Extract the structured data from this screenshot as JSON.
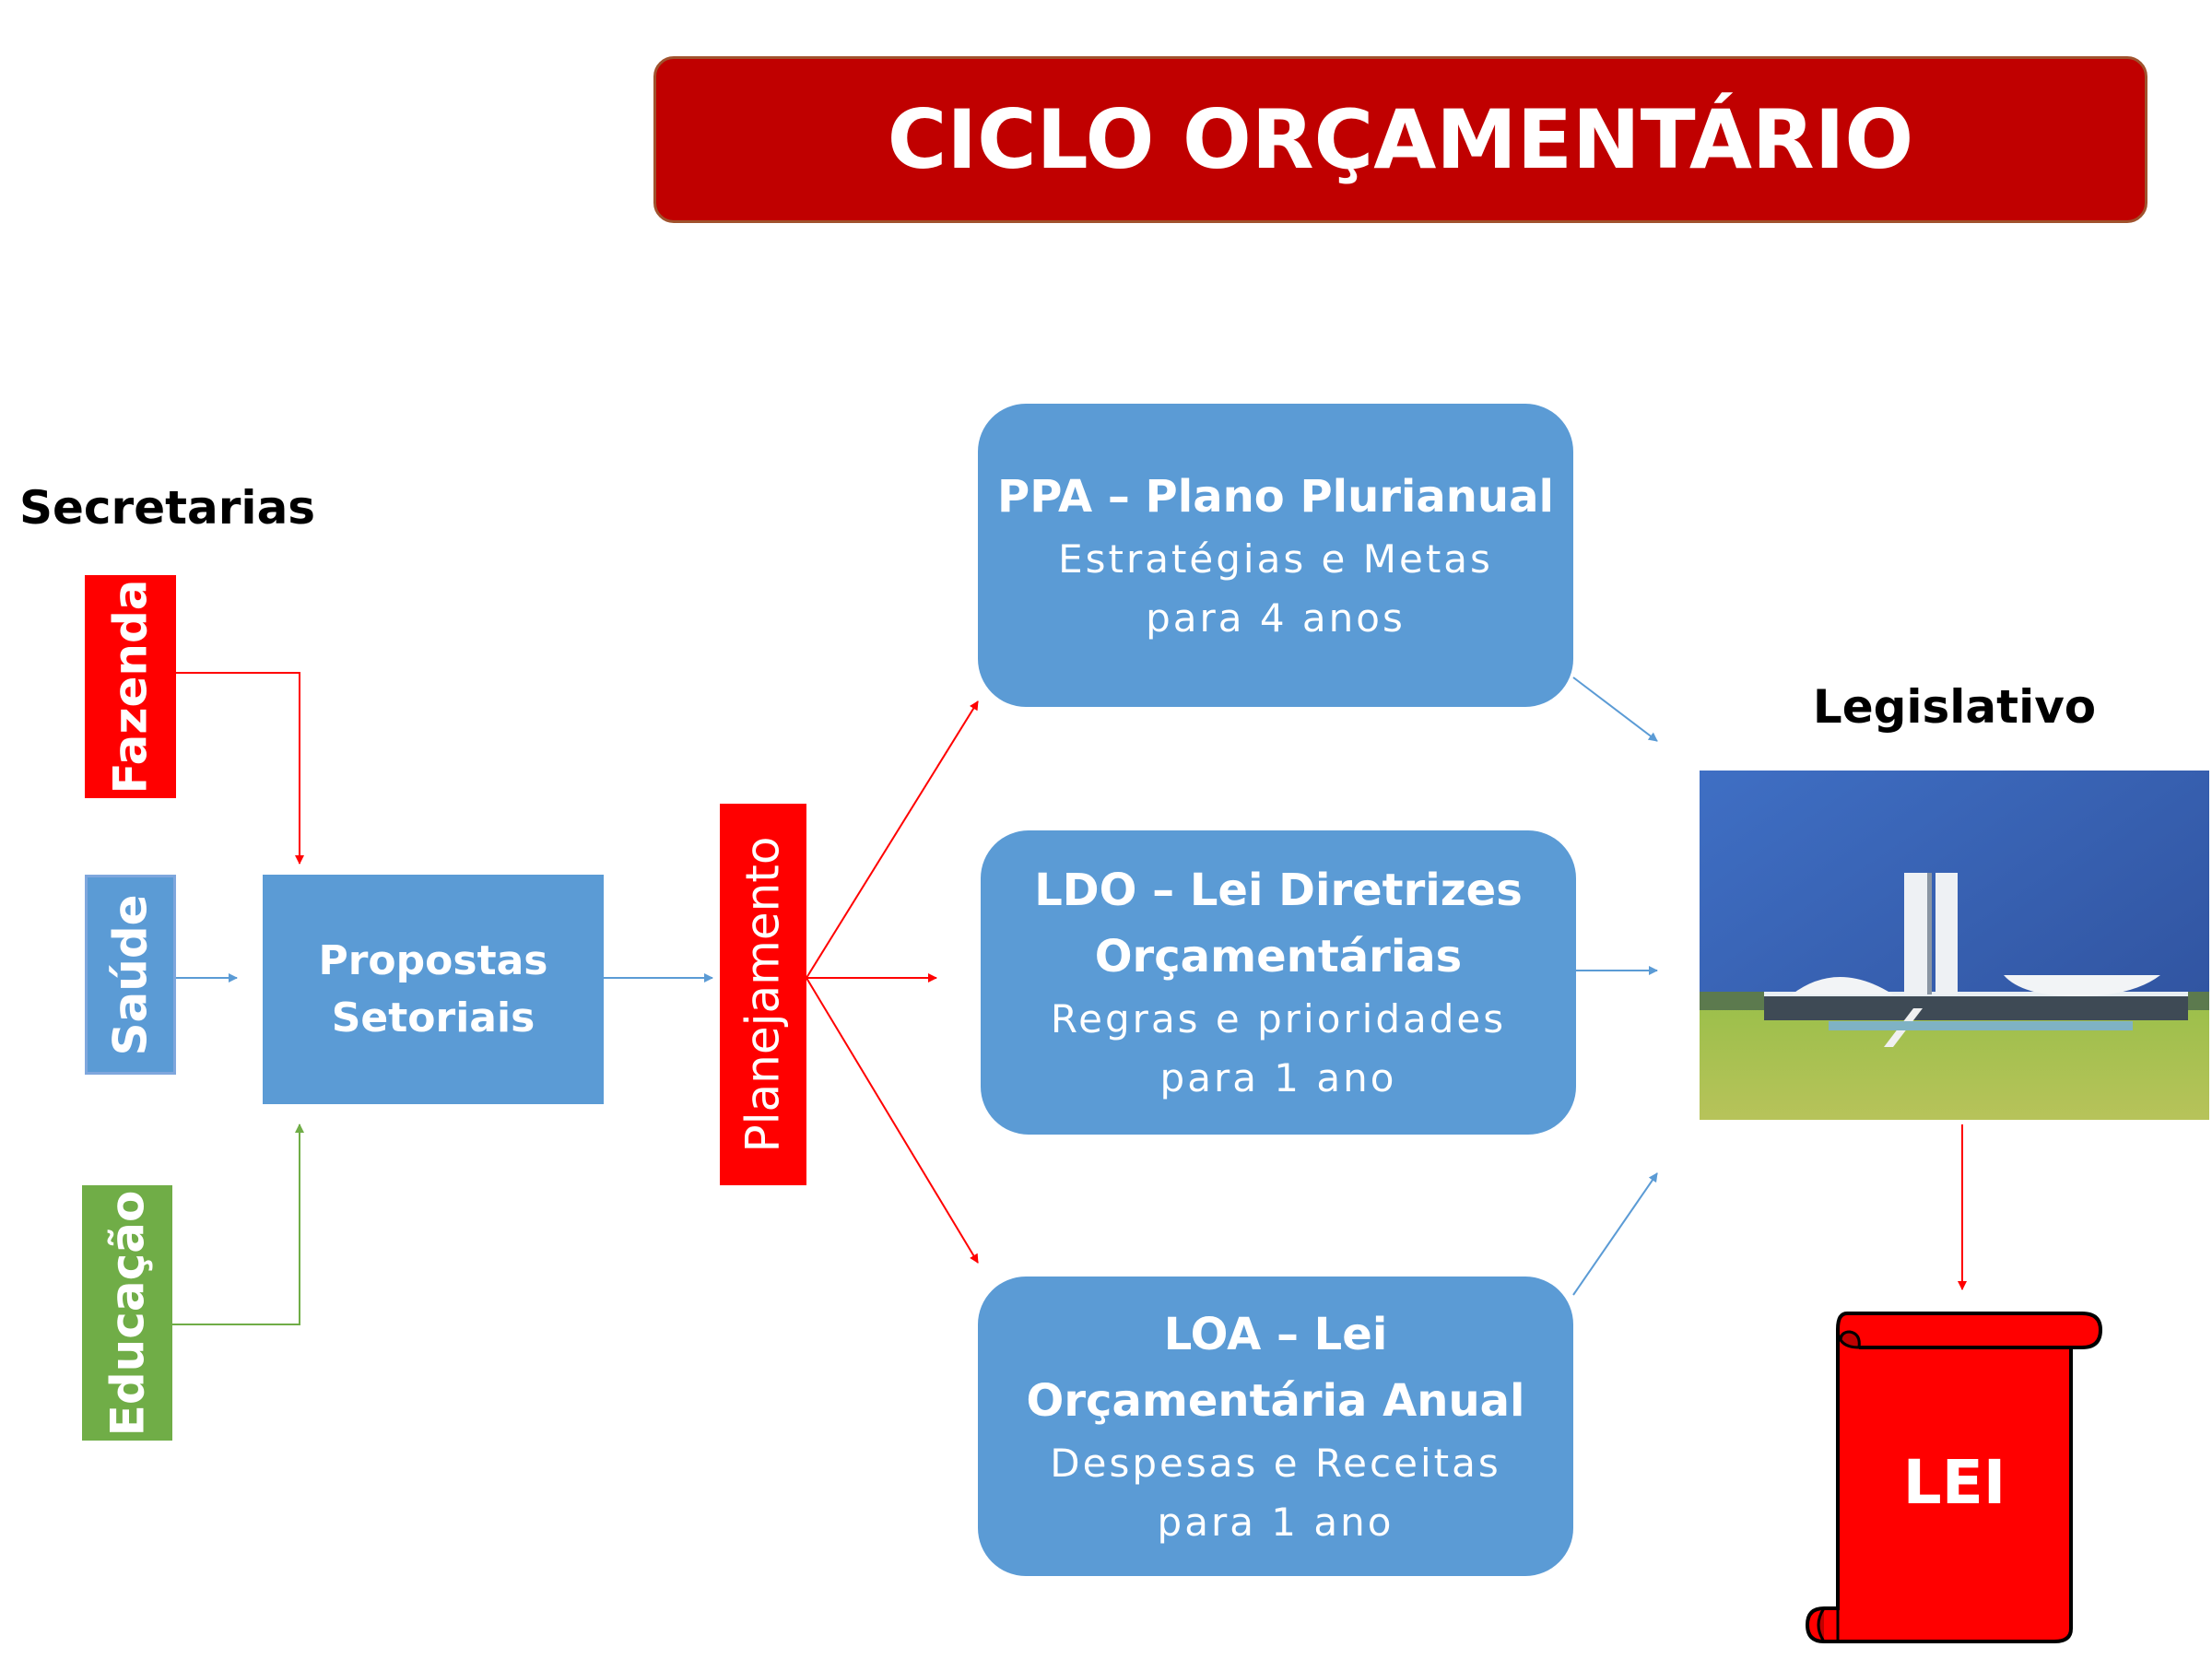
{
  "title": "CICLO ORÇAMENTÁRIO",
  "secretarias": {
    "label": "Secretarias",
    "items": [
      {
        "name": "Fazenda",
        "color": "#ff0000"
      },
      {
        "name": "Saúde",
        "color": "#5b9bd5"
      },
      {
        "name": "Educação",
        "color": "#70ad47"
      }
    ]
  },
  "propostas": {
    "line1": "Propostas",
    "line2": "Setoriais"
  },
  "planejamento": "Planejamento",
  "plans": [
    {
      "title": "PPA – Plano Plurianual",
      "title2": "",
      "sub1": "Estratégias e Metas",
      "sub2": "para 4 anos"
    },
    {
      "title": "LDO – Lei Diretrizes",
      "title2": "Orçamentárias",
      "sub1": "Regras e prioridades",
      "sub2": "para 1 ano"
    },
    {
      "title": "LOA – Lei",
      "title2": "Orçamentária Anual",
      "sub1": "Despesas e Receitas",
      "sub2": "para 1 ano"
    }
  ],
  "legislativo": "Legislativo",
  "lei": "LEI",
  "colors": {
    "title_bg": "#c00000",
    "red": "#ff0000",
    "blue": "#5b9bd5",
    "green": "#70ad47"
  }
}
